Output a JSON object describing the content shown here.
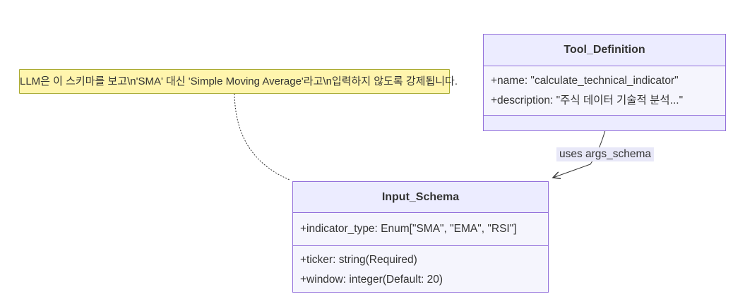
{
  "diagram": {
    "type": "class-diagram",
    "note": {
      "text": "LLM은 이 스키마를 보고\\n'SMA' 대신 'Simple Moving Average'라고\\n입력하지 않도록 강제됩니다."
    },
    "classes": [
      {
        "name": "Tool_Definition",
        "attributes": [
          "+name: \"calculate_technical_indicator\"",
          "+description: \"주식 데이터 기술적 분석...\""
        ],
        "methods": []
      },
      {
        "name": "Input_Schema",
        "attributes": [
          "+indicator_type: Enum[\"SMA\", \"EMA\", \"RSI\"]"
        ],
        "methods": [
          "+ticker: string(Required)",
          "+window: integer(Default: 20)"
        ]
      }
    ],
    "edges": [
      {
        "from": "Tool_Definition",
        "to": "Input_Schema",
        "label": "uses args_schema",
        "style": "solid",
        "arrowhead": "open"
      },
      {
        "from": "note",
        "to": "Input_Schema",
        "label": "",
        "style": "dotted",
        "arrowhead": "none"
      }
    ],
    "colors": {
      "background": "#ffffff",
      "class_border": "#9370db",
      "class_header_bg": "#ececff",
      "class_body_bg": "#f5f5fd",
      "note_bg": "#fff5ad",
      "note_border": "#aaaa33",
      "edge": "#333333",
      "edge_label_bg": "#e8e8f8",
      "text": "#333333"
    }
  }
}
